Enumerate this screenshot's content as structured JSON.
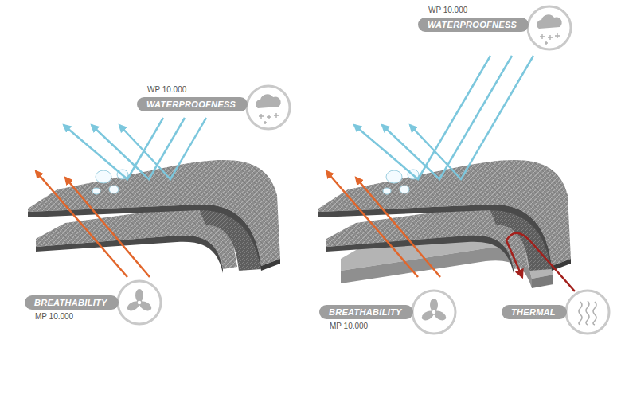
{
  "diagram": {
    "nodes": [
      {
        "text": [
          "WP 10.000",
          "WATERPROOFNESS"
        ]
      },
      {
        "text": [
          "BREATHABILITY",
          "MP 10.000"
        ]
      },
      {
        "text": [
          "WP 10.000",
          "WATERPROOFNESS"
        ]
      },
      {
        "text": [
          "BREATHABILITY",
          "MP 10.000"
        ]
      },
      {
        "text": [
          "THERMAL"
        ]
      }
    ]
  }
}
